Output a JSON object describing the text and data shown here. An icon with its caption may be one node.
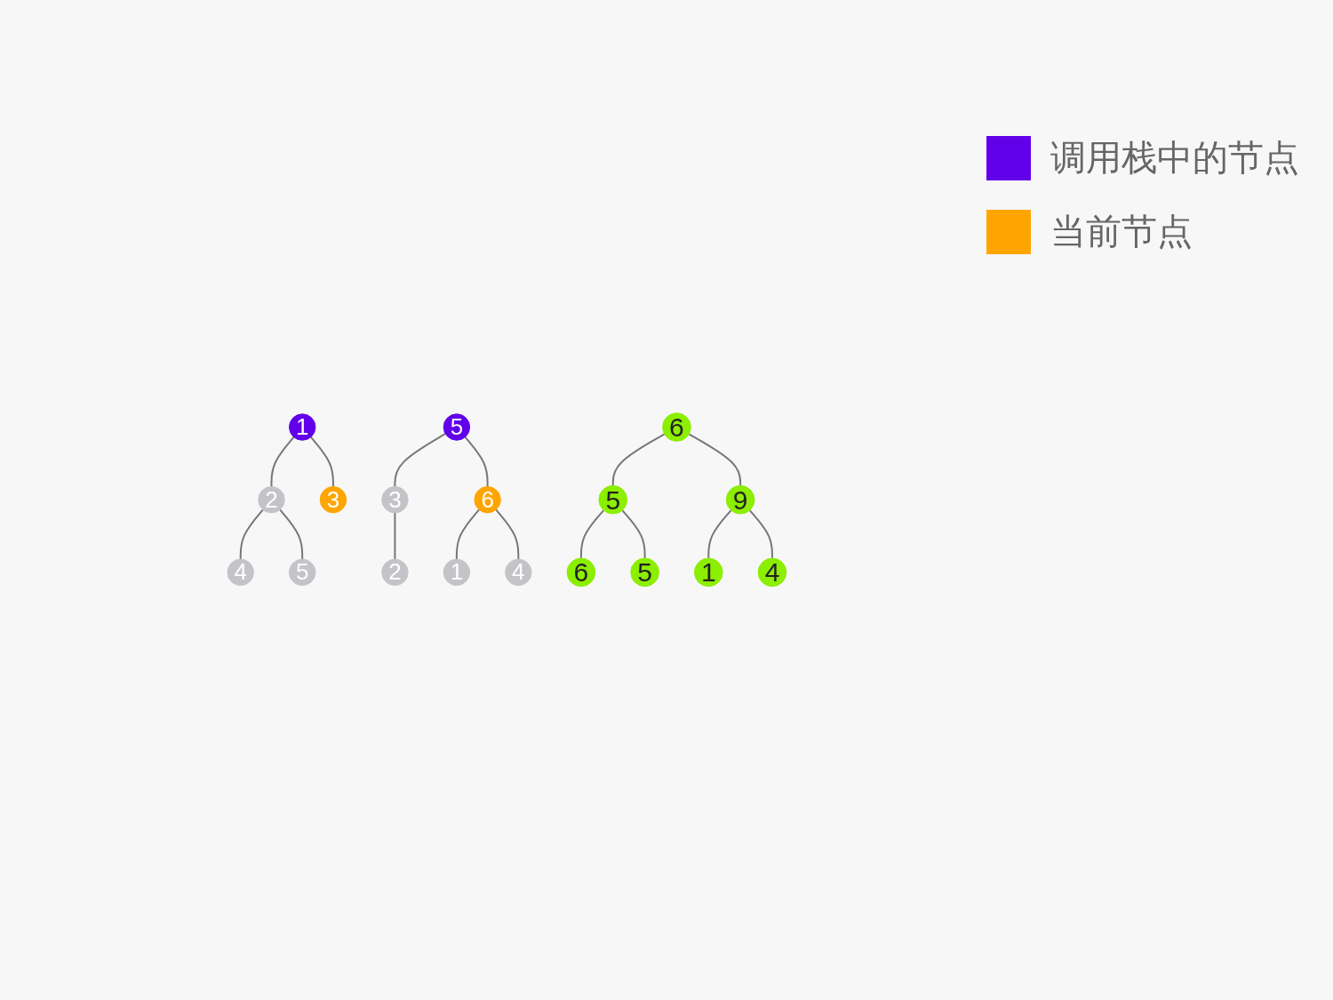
{
  "diagram": {
    "nodes": [
      {
        "text": [
          "1"
        ]
      },
      {
        "text": [
          "2"
        ]
      },
      {
        "text": [
          "3"
        ]
      },
      {
        "text": [
          "4"
        ]
      },
      {
        "text": [
          "5"
        ]
      },
      {
        "text": [
          "5"
        ]
      },
      {
        "text": [
          "3"
        ]
      },
      {
        "text": [
          "6"
        ]
      },
      {
        "text": [
          "2"
        ]
      },
      {
        "text": [
          "1"
        ]
      },
      {
        "text": [
          "4"
        ]
      },
      {
        "text": [
          "6"
        ]
      },
      {
        "text": [
          "5"
        ]
      },
      {
        "text": [
          "9"
        ]
      },
      {
        "text": [
          "6"
        ]
      },
      {
        "text": [
          "5"
        ]
      },
      {
        "text": [
          "1"
        ]
      },
      {
        "text": [
          "4"
        ]
      }
    ],
    "edges": [
      {
        "from": 0,
        "to": 1,
        "arrow": "none"
      },
      {
        "from": 0,
        "to": 2,
        "arrow": "none"
      },
      {
        "from": 1,
        "to": 3,
        "arrow": "none"
      },
      {
        "from": 1,
        "to": 4,
        "arrow": "none"
      },
      {
        "from": 5,
        "to": 6,
        "arrow": "none"
      },
      {
        "from": 5,
        "to": 7,
        "arrow": "none"
      },
      {
        "from": 6,
        "to": 8,
        "arrow": "none"
      },
      {
        "from": 7,
        "to": 9,
        "arrow": "none"
      },
      {
        "from": 7,
        "to": 10,
        "arrow": "none"
      },
      {
        "from": 11,
        "to": 12,
        "arrow": "none"
      },
      {
        "from": 11,
        "to": 13,
        "arrow": "none"
      },
      {
        "from": 12,
        "to": 14,
        "arrow": "none"
      },
      {
        "from": 12,
        "to": 15,
        "arrow": "none"
      },
      {
        "from": 13,
        "to": 16,
        "arrow": "none"
      },
      {
        "from": 13,
        "to": 17,
        "arrow": "none"
      }
    ],
    "legend": [
      {
        "text": "调用栈中的节点",
        "color": "#6200ea"
      },
      {
        "text": "当前节点",
        "color": "#ffa500"
      }
    ]
  }
}
